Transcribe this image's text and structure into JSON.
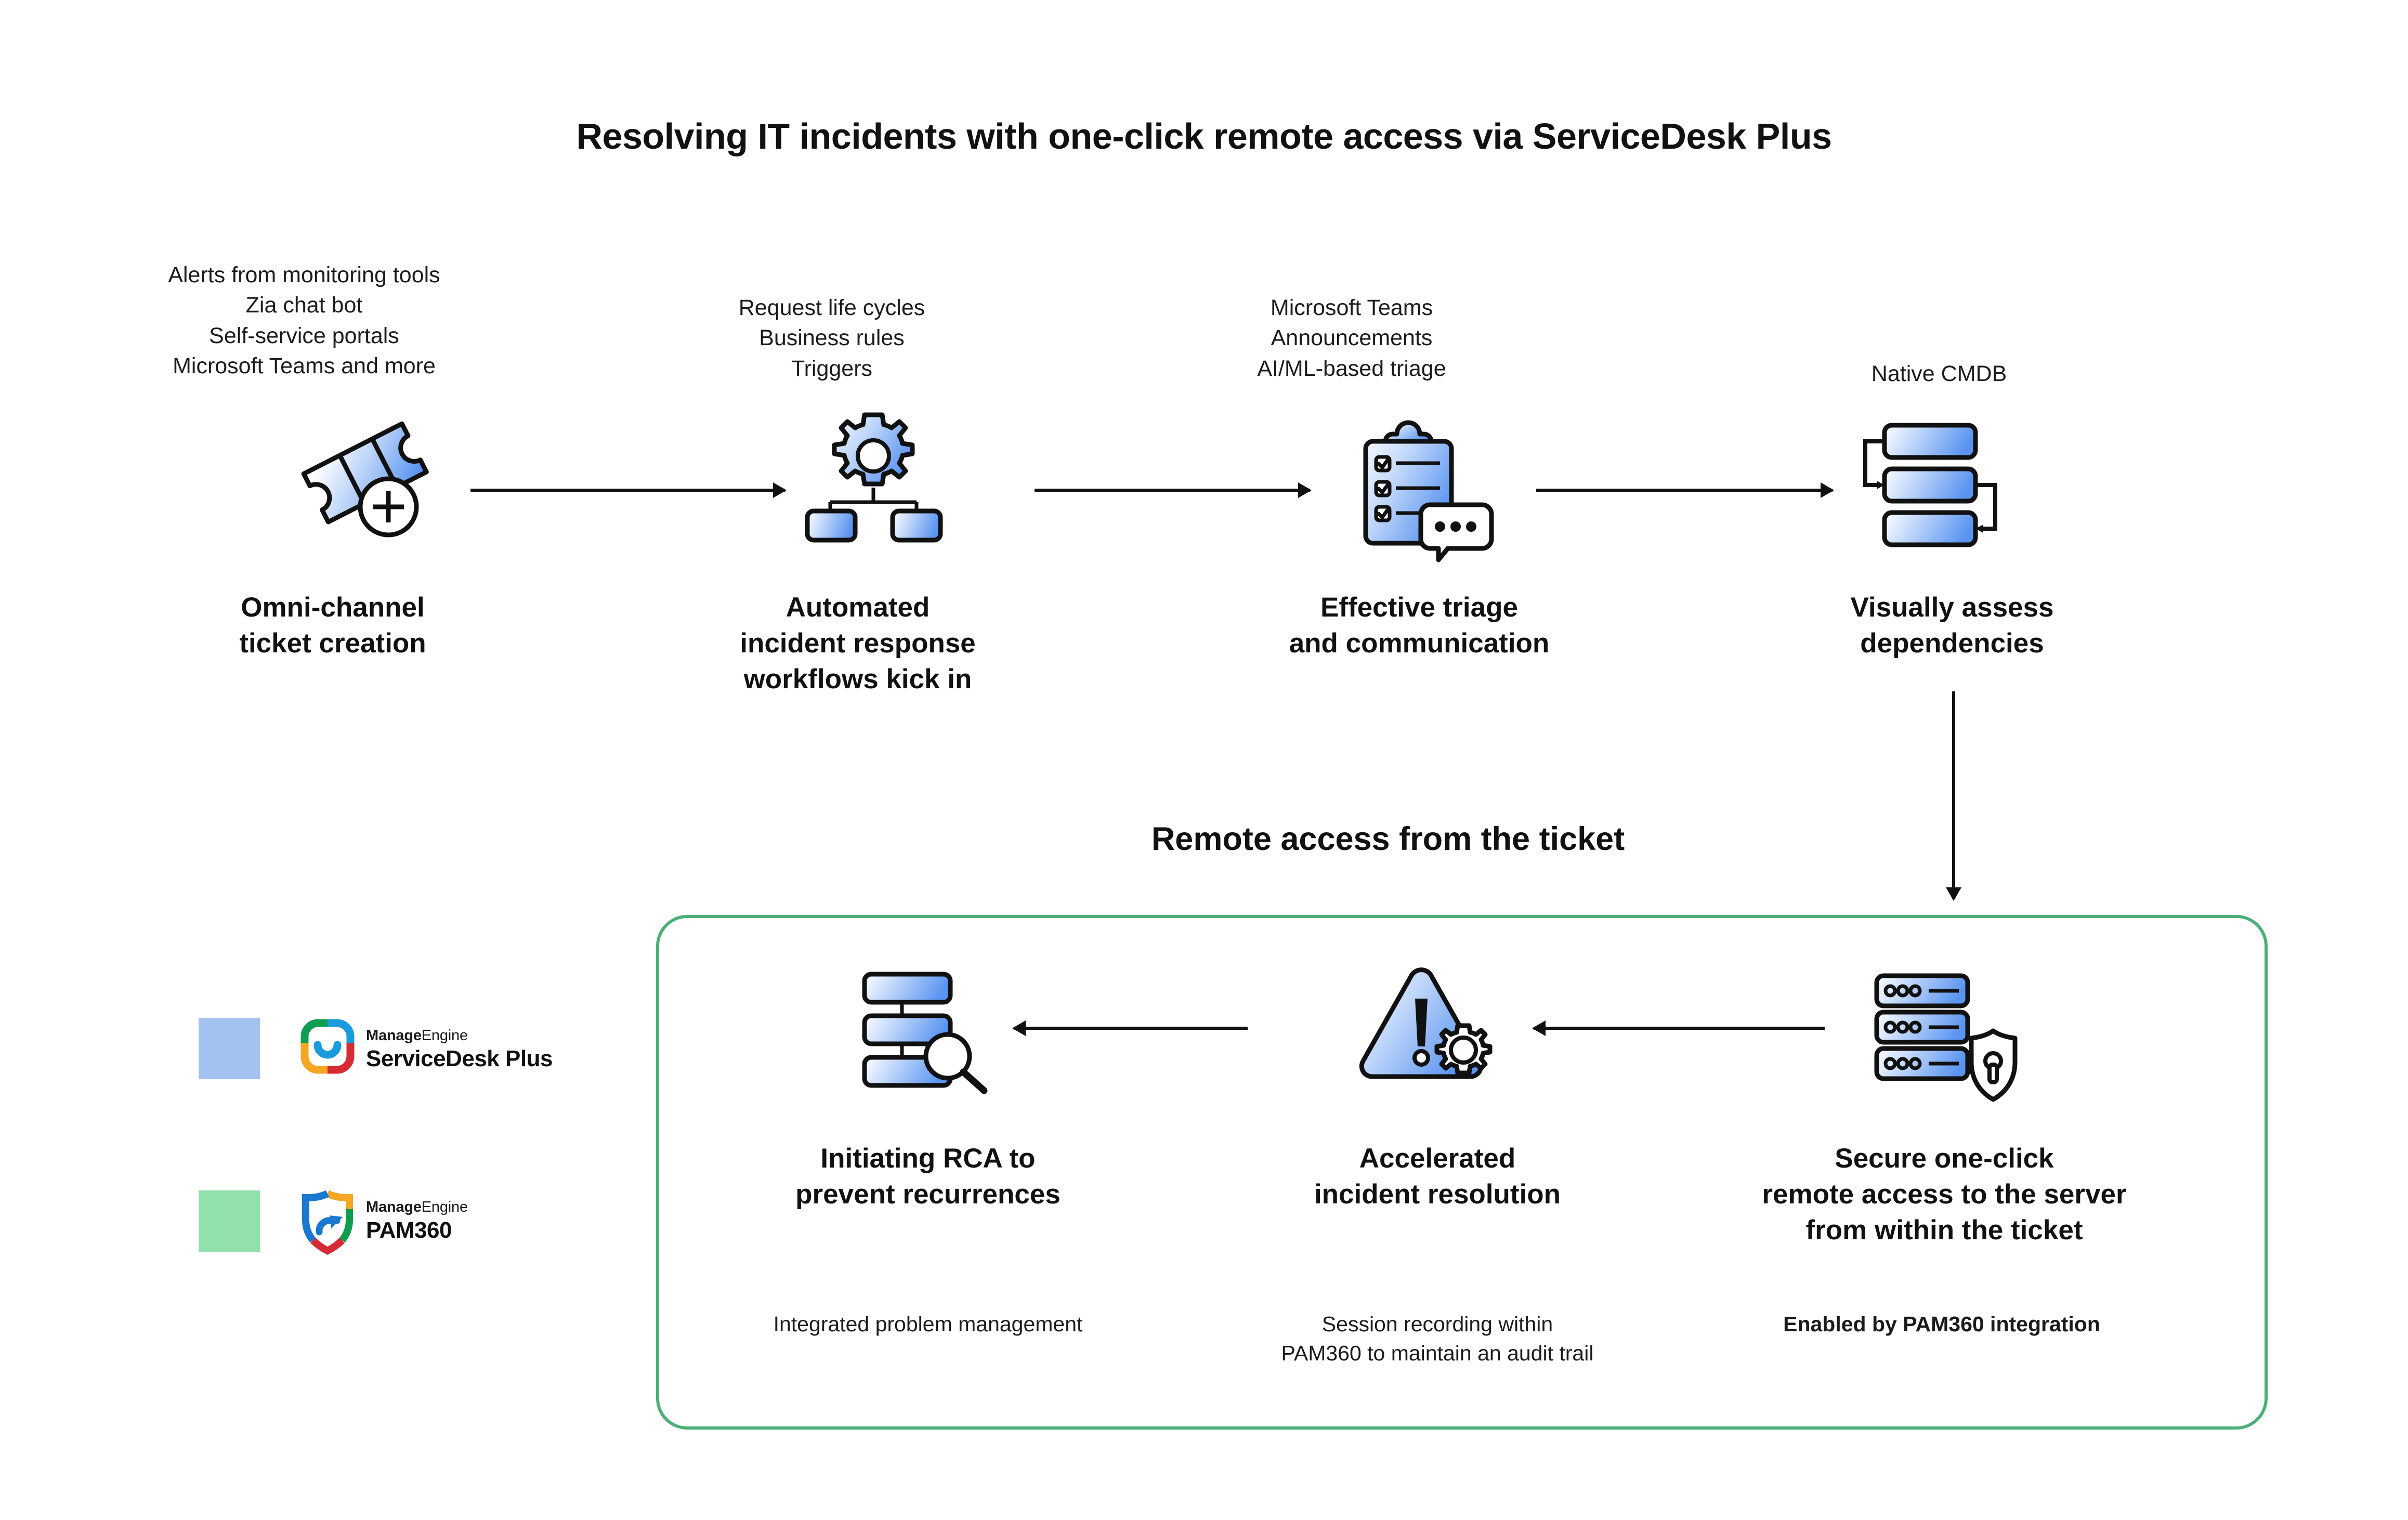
{
  "title": "Resolving IT incidents with one-click remote access via ServiceDesk Plus",
  "section_title": "Remote access from the ticket",
  "colors": {
    "accent_blue": "#5a94f0",
    "panel_green": "#4caf78",
    "legend_blue_swatch": "#a4c2f0",
    "legend_green_swatch": "#92e0ac",
    "text": "#111111"
  },
  "top_flow": {
    "steps": [
      {
        "id": "omni-channel",
        "caption": "Alerts from monitoring tools\nZia chat bot\nSelf-service portals\nMicrosoft Teams and more",
        "label": "Omni-channel\nticket creation",
        "icon": "ticket-plus-icon"
      },
      {
        "id": "automated-workflows",
        "caption": "Request life cycles\nBusiness rules\nTriggers",
        "label": "Automated\nincident response\nworkflows kick in",
        "icon": "gear-workflow-icon"
      },
      {
        "id": "effective-triage",
        "caption": "Microsoft Teams\nAnnouncements\nAI/ML-based triage",
        "label": "Effective triage\nand communication",
        "icon": "clipboard-chat-icon"
      },
      {
        "id": "visually-assess",
        "caption": "Native CMDB",
        "label": "Visually assess\ndependencies",
        "icon": "cmdb-dependency-icon"
      }
    ]
  },
  "bottom_flow": {
    "steps": [
      {
        "id": "initiating-rca",
        "label": "Initiating RCA to\nprevent recurrences",
        "note": "Integrated problem management",
        "note_bold": false,
        "icon": "rca-magnifier-icon"
      },
      {
        "id": "accelerated-resolution",
        "label": "Accelerated\nincident resolution",
        "note": "Session recording within\nPAM360 to maintain an audit trail",
        "note_bold": false,
        "icon": "alert-gear-icon"
      },
      {
        "id": "secure-remote-access",
        "label": "Secure one-click\nremote access to the server\nfrom within the ticket",
        "note": "Enabled by PAM360 integration",
        "note_bold": true,
        "icon": "secure-server-shield-icon"
      }
    ]
  },
  "legend": {
    "items": [
      {
        "id": "servicedesk-plus",
        "swatch_color": "#a4c2f0",
        "brand_top": "Manage",
        "brand_top_light": "Engine",
        "product": "ServiceDesk Plus",
        "logo": "servicedesk-plus-logo"
      },
      {
        "id": "pam360",
        "swatch_color": "#92e0ac",
        "brand_top": "Manage",
        "brand_top_light": "Engine",
        "product": "PAM360",
        "logo": "pam360-logo"
      }
    ]
  }
}
